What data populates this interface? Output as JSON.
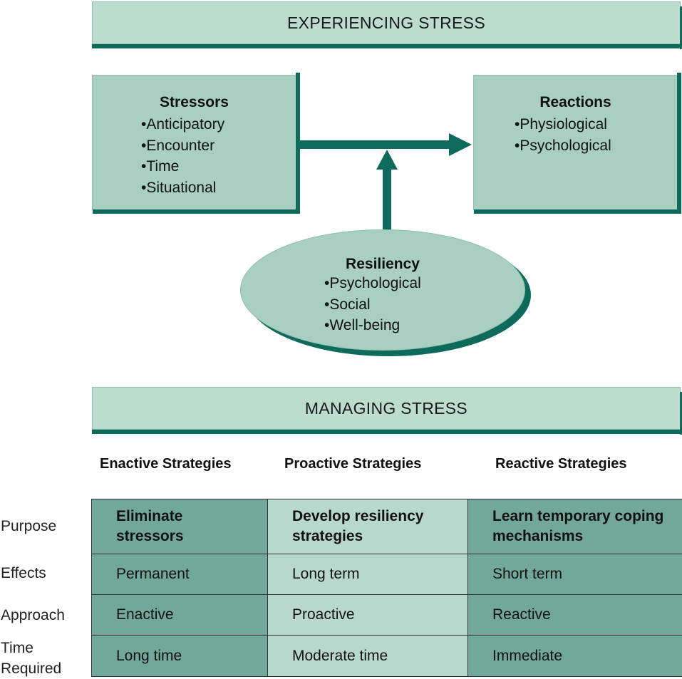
{
  "experiencing_banner": "EXPERIENCING STRESS",
  "stressors": {
    "title": "Stressors",
    "items": [
      "Anticipatory",
      "Encounter",
      "Time",
      "Situational"
    ]
  },
  "reactions": {
    "title": "Reactions",
    "items": [
      "Physiological",
      "Psychological"
    ]
  },
  "resiliency": {
    "title": "Resiliency",
    "items": [
      "Psychological",
      "Social",
      "Well-being"
    ]
  },
  "managing_banner": "MANAGING STRESS",
  "strategies": {
    "columns": [
      "Enactive Strategies",
      "Proactive Strategies",
      "Reactive Strategies"
    ],
    "row_labels": [
      "Purpose",
      "Effects",
      "Approach",
      "Time Required"
    ],
    "rows": [
      [
        "Eliminate stressors",
        "Develop resiliency strategies",
        "Learn temporary coping mechanisms"
      ],
      [
        "Permanent",
        "Long term",
        "Short term"
      ],
      [
        "Enactive",
        "Proactive",
        "Reactive"
      ],
      [
        "Long time",
        "Moderate time",
        "Immediate"
      ]
    ]
  },
  "colors": {
    "dark_teal": "#0e6b5c",
    "box_fill": "#a8cfc2",
    "banner_fill": "#bcdcd0",
    "table_dark": "#71a89a",
    "table_light": "#b9d8cd"
  }
}
